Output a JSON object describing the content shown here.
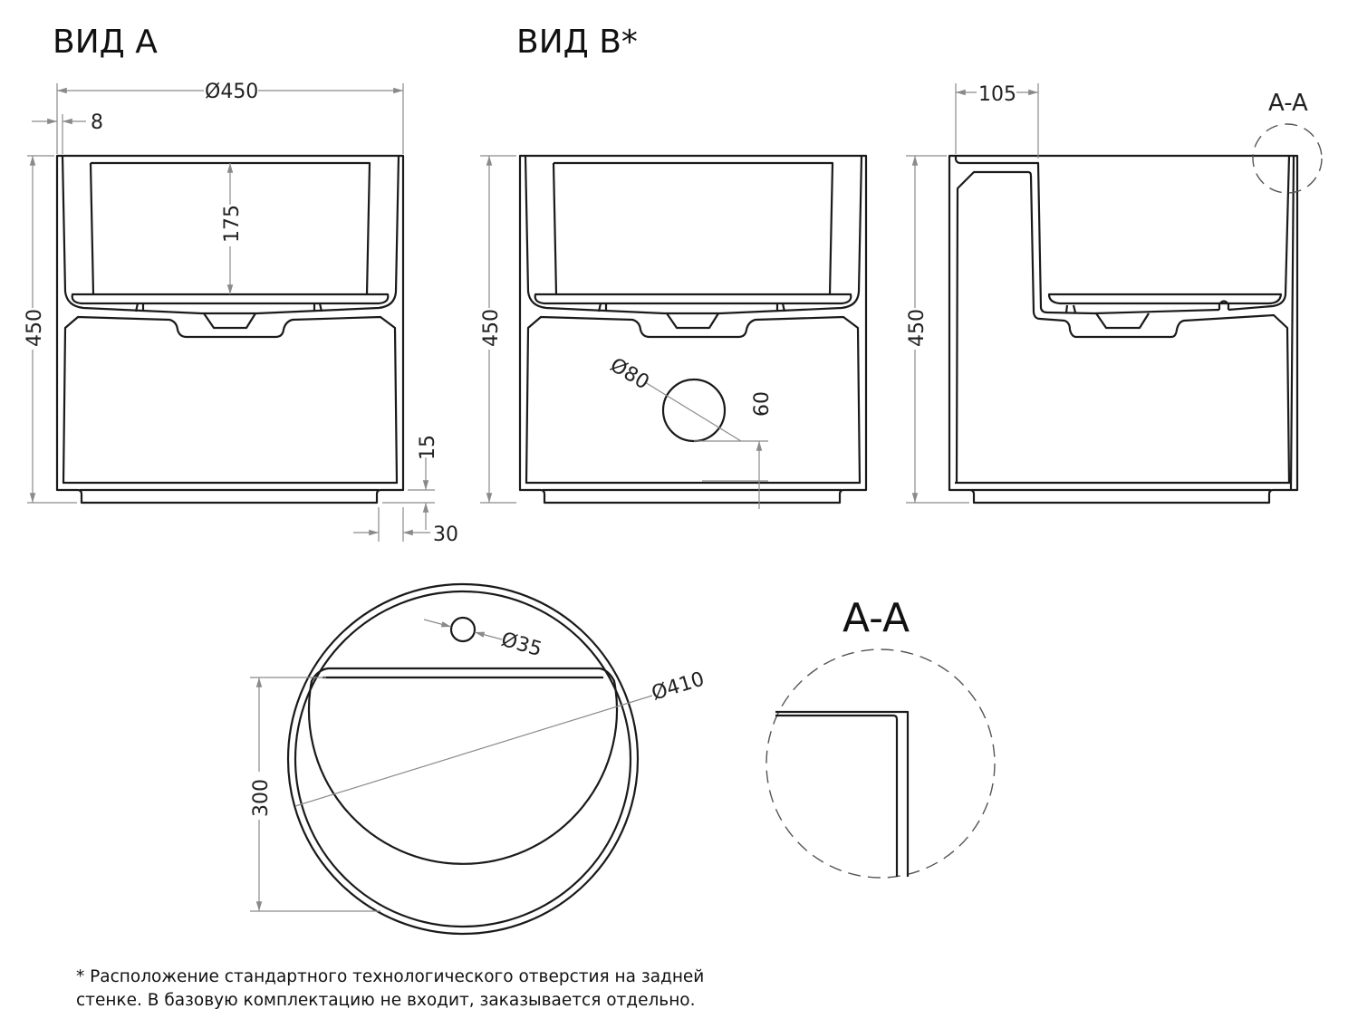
{
  "titles": {
    "view_a": "ВИД А",
    "view_b": "ВИД В*",
    "section_small": "A-A",
    "section_large": "A-A"
  },
  "dimensions": {
    "diameter_450": "Ø450",
    "wall_8": "8",
    "depth_175": "175",
    "height_a": "450",
    "height_b": "450",
    "height_side": "450",
    "foot_15": "15",
    "foot_30": "30",
    "hole_80": "Ø80",
    "hole_height_60": "60",
    "offset_105": "105",
    "tap_hole_35": "Ø35",
    "diameter_410": "Ø410",
    "bowl_300": "300"
  },
  "footnote": {
    "line1": "* Расположение стандартного технологического отверстия на задней",
    "line2": "стенке. В базовую комплектацию не входит, заказывается отдельно."
  }
}
